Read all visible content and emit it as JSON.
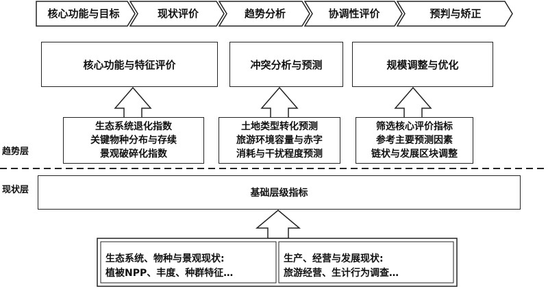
{
  "chevrons": [
    "核心功能与目标",
    "现状评价",
    "趋势分析",
    "协调性评价",
    "预判与矫正"
  ],
  "top_boxes": [
    "核心功能与特征评价",
    "冲突分析与预测",
    "规模调整与优化"
  ],
  "indicator_boxes": [
    [
      "生态系统退化指数",
      "关键物种分布与存续",
      "景观破碎化指数"
    ],
    [
      "土地类型转化预测",
      "旅游环境容量与赤字",
      "消耗与干扰程度预测"
    ],
    [
      "筛选核心评价指标",
      "参考主要预测因素",
      "链状与发展区块调整"
    ]
  ],
  "layers": {
    "trend": "趋势层",
    "status": "现状层"
  },
  "base_indicator": "基础层级指标",
  "bottom": {
    "left_title": "生态系统、物种与景观现状:",
    "left_detail": "植被NPP、丰度、种群特征…",
    "right_title": "生产、经营与发展现状:",
    "right_detail": "旅游经营、生计行为调查…"
  }
}
